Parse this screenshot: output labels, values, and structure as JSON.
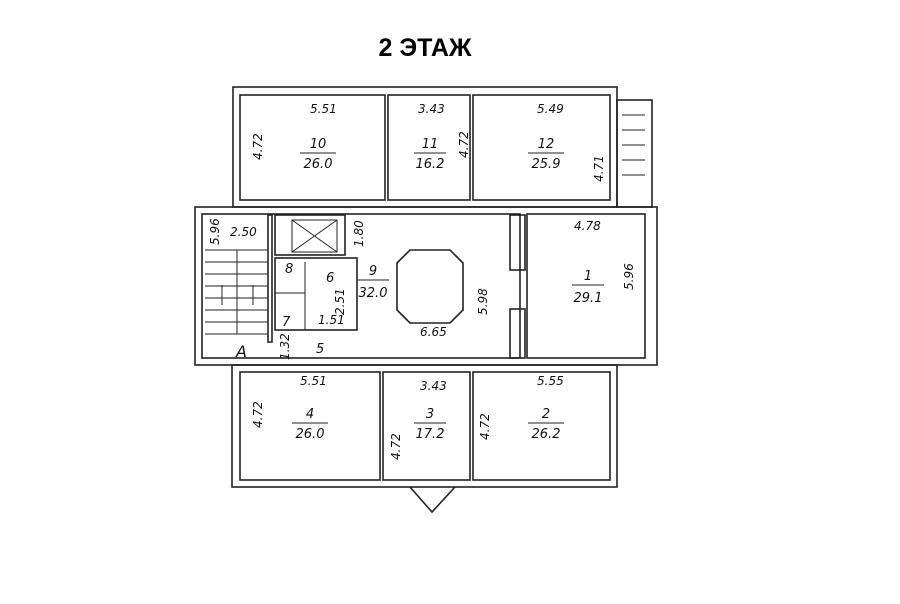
{
  "title": "2 ЭТАЖ",
  "rooms": [
    {
      "id": "10",
      "area": "26.0"
    },
    {
      "id": "11",
      "area": "16.2"
    },
    {
      "id": "12",
      "area": "25.9"
    },
    {
      "id": "9",
      "area": "32.0"
    },
    {
      "id": "1",
      "area": "29.1"
    },
    {
      "id": "4",
      "area": "26.0"
    },
    {
      "id": "3",
      "area": "17.2"
    },
    {
      "id": "2",
      "area": "26.2"
    },
    {
      "id": "6"
    },
    {
      "id": "7"
    },
    {
      "id": "8"
    },
    {
      "id": "5"
    }
  ],
  "stair_label": "A",
  "dims": [
    "5.51",
    "3.43",
    "5.49",
    "4.72",
    "4.72",
    "4.71",
    "5.96",
    "2.50",
    "1.80",
    "2.51",
    "1.51",
    "1.32",
    "5.98",
    "6.65",
    "4.78",
    "5.96",
    "5.51",
    "3.43",
    "5.55",
    "4.72",
    "4.72",
    "4.72"
  ]
}
